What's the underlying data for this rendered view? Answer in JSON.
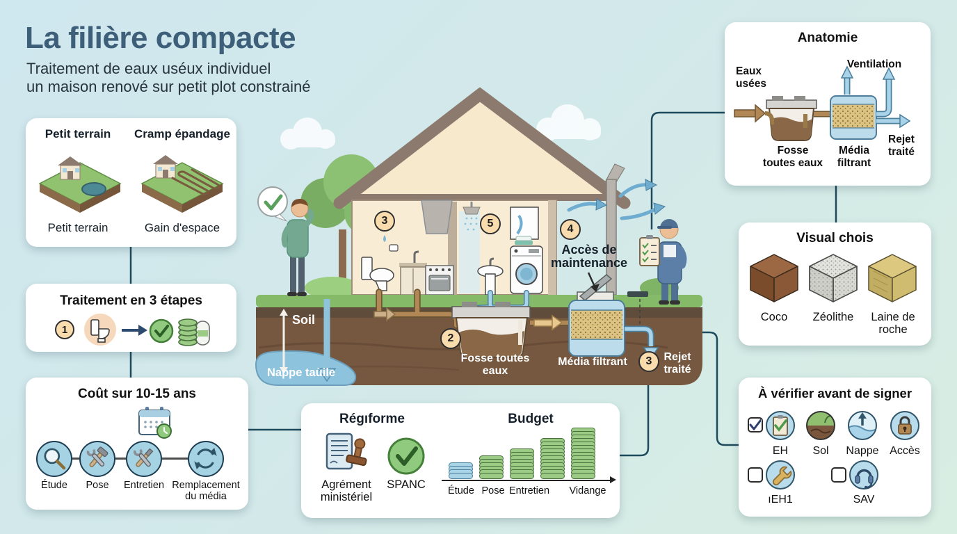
{
  "header": {
    "title": "La filière compacte",
    "subtitle1": "Traitement de eaux uséux individuel",
    "subtitle2": "un maison renové sur petit plot constrainé"
  },
  "terrain_card": {
    "left_title": "Petit terrain",
    "right_title": "Cramp épandage",
    "left_caption": "Petit terrain",
    "right_caption": "Gain d'espace"
  },
  "steps_card": {
    "title": "Traitement en 3 étapes",
    "step_number": "1"
  },
  "cost_card": {
    "title": "Coût sur 10-15 ans",
    "steps": [
      "Étude",
      "Pose",
      "Entretien",
      "Remplacement du média"
    ]
  },
  "regulation_card": {
    "title": "Régıforme",
    "item1_label": "Agrément ministériel",
    "item2_label": "SPANC"
  },
  "anatomy_card": {
    "title": "Anatomie",
    "inflow_label": "Eaux usées",
    "vent_label": "Ventilation",
    "tank_label": "Fosse toutes eaux",
    "media_label": "Média filtrant",
    "outflow_label": "Rejet traité"
  },
  "media_card": {
    "title": "Visual chois",
    "items": [
      "Coco",
      "Zéolithe",
      "Laine de roche"
    ]
  },
  "checklist_card": {
    "title": "À vérifier avant de signer",
    "row1": [
      "EH",
      "Sol",
      "Nappe",
      "Accès"
    ],
    "row2": [
      "ıEH1",
      "SAV"
    ],
    "checkbox1_checked": true,
    "checkbox2_checked": false,
    "checkbox3_checked": false
  },
  "scene": {
    "soil_label": "Soil",
    "groundwater_label": "Nappe taùile",
    "tank_label": "Fosse toutes eaux",
    "media_label": "Média filtrant",
    "outflow_label": "Rejet traité",
    "access_label": "Accès de maintenance",
    "badges": {
      "toilet": "3",
      "bathroom": "5",
      "vent": "4",
      "tank": "2",
      "outflow": "3"
    }
  },
  "chart_data": {
    "type": "bar",
    "title": "Budget",
    "categories": [
      "Étude",
      "Pose",
      "Entretien",
      "",
      "Vidange"
    ],
    "values": [
      4,
      6,
      8,
      11,
      14
    ],
    "unit": "hauteur de pile de pièces (coût relatif)",
    "bar_colors": [
      "#a9d4e6",
      "#9ccb86",
      "#9ccb86",
      "#9ccb86",
      "#9ccb86"
    ],
    "axis_style": "flèche horizontale",
    "legend": false
  }
}
